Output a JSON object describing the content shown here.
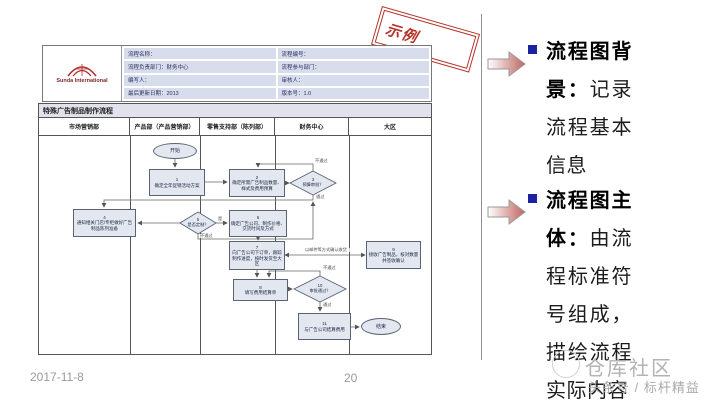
{
  "stamp": {
    "label": "示例"
  },
  "footer": {
    "date": "2017-11-8",
    "page_number": "20"
  },
  "watermark": {
    "brand": "仓库社区",
    "byline": "头条号 / 标杆精益"
  },
  "right_panel": {
    "bullets": [
      {
        "title": "流程图背景：",
        "body": "记录流程基本信息"
      },
      {
        "title": "流程图主体：",
        "body": "由流程标准符号组成，描绘流程实际内容"
      }
    ]
  },
  "doc_header": {
    "logo_text": "Sunda International",
    "fields": [
      {
        "left": "流程名称：",
        "right": "流程编号："
      },
      {
        "left": "流程负责部门：财务中心",
        "right": "流程参与部门："
      },
      {
        "left": "编写人：",
        "right": "审核人："
      },
      {
        "left": "最后更新日期：2013",
        "right": "版本号：1.0"
      }
    ]
  },
  "flowchart": {
    "title": "特殊广告制品制作流程",
    "lanes": [
      "市场营销部",
      "产品部（产品营销部）",
      "零售支持部（陈列部）",
      "财务中心",
      "大区"
    ],
    "nodes": {
      "start": "开始",
      "n1": "1\n确定全年促销活动方案",
      "n2": "2\n确定所需广告制品数量、样式及费用预算",
      "d3": "3\n预算审批？",
      "n4": "4\n通知相关门店/专柜做好广告制品陈列准备",
      "d5": "5\n是否定制？",
      "n6": "6\n确定广告公司、制作价格、交货时间及方式",
      "n7": "7\n向广告公司下订单，跟踪制作进度，按时发货至大区",
      "n9": "9\n接收广告制品，核对数量并签收确认",
      "n8": "8\n填写费用结算单",
      "d10": "10\n审批通过？",
      "n11": "11\n与广告公司结算费用",
      "end": "结束"
    },
    "edge_labels": {
      "d3_no": "不通过",
      "d3_yes": "通过",
      "d5_yes": "是",
      "d5_no": "不通过",
      "ship": "以邮件等方式确认收货",
      "d10_no": "不通过",
      "d10_yes": "通过"
    }
  }
}
